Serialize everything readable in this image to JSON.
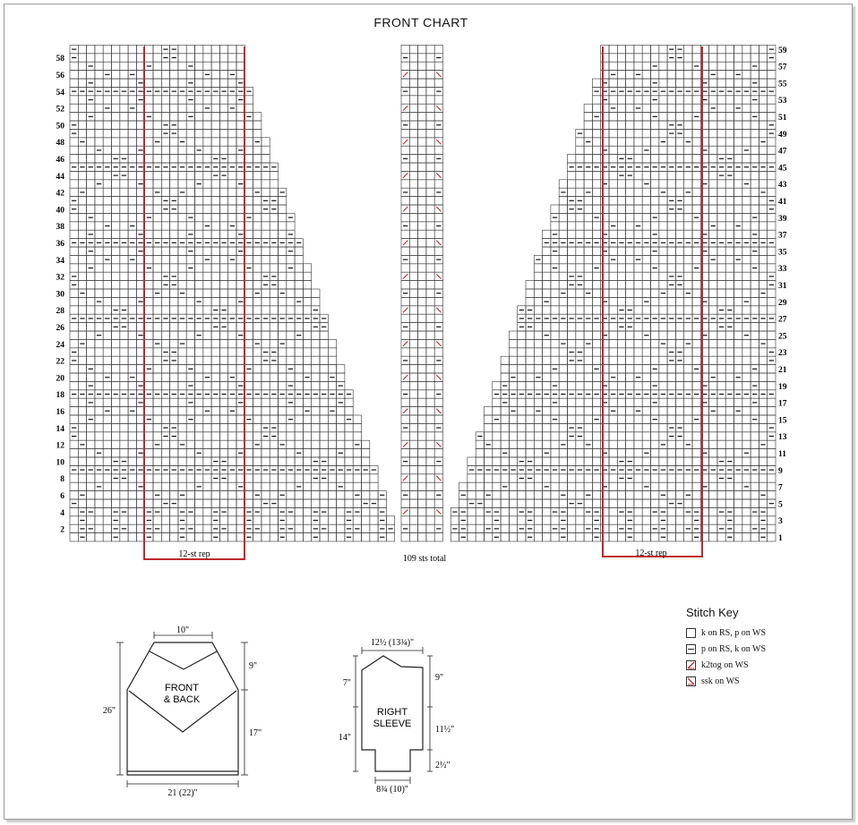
{
  "title": "FRONT CHART",
  "chart": {
    "left_row_labels": [
      "58",
      "56",
      "54",
      "52",
      "50",
      "48",
      "46",
      "44",
      "42",
      "40",
      "38",
      "36",
      "34",
      "32",
      "30",
      "28",
      "26",
      "24",
      "22",
      "20",
      "18",
      "16",
      "14",
      "12",
      "10",
      "8",
      "6",
      "4",
      "2"
    ],
    "right_row_labels": [
      "59",
      "57",
      "55",
      "53",
      "51",
      "49",
      "47",
      "45",
      "43",
      "41",
      "39",
      "37",
      "35",
      "33",
      "31",
      "29",
      "27",
      "25",
      "23",
      "21",
      "19",
      "17",
      "15",
      "13",
      "11",
      "9",
      "7",
      "5",
      "3",
      "1"
    ],
    "left_rep_label": "12-st rep",
    "right_rep_label": "12-st rep",
    "total_label": "109 sts total"
  },
  "stitch_key": {
    "title": "Stitch Key",
    "items": [
      {
        "symbol": "knit",
        "label": "k on RS, p on WS"
      },
      {
        "symbol": "purl",
        "label": "p on RS, k on WS"
      },
      {
        "symbol": "k2tog",
        "label": "k2tog on WS"
      },
      {
        "symbol": "ssk",
        "label": "ssk on WS"
      }
    ]
  },
  "schematic_body": {
    "label_line1": "FRONT",
    "label_line2": "& BACK",
    "neck_width": "10\"",
    "yoke_depth": "9\"",
    "length": "26\"",
    "body_depth": "17\"",
    "width": "21 (22)\""
  },
  "schematic_sleeve": {
    "label_line1": "RIGHT",
    "label_line2": "SLEEVE",
    "top_width": "12½ (13¾)\"",
    "cap_left": "7\"",
    "cap_right": "9\"",
    "left_length": "14\"",
    "mid_length": "11½\"",
    "cuff_depth": "2½\"",
    "cuff_width": "8¾ (10)\""
  },
  "colors": {
    "rep_line": "#c0272d",
    "decrease": "#c0272d",
    "grid": "#333333"
  }
}
